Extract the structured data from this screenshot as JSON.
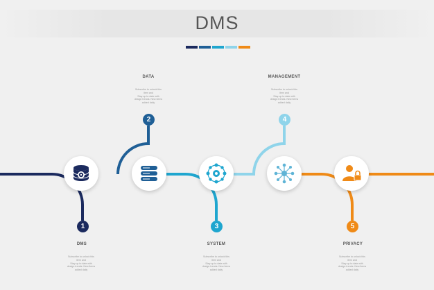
{
  "title": "DMS",
  "palette": [
    "#1b2a5e",
    "#1f5f96",
    "#1fa6cf",
    "#8fd4ea",
    "#ef8a17"
  ],
  "steps": [
    {
      "number": "1",
      "heading": "DMS",
      "color": "#1b2a5e",
      "icon": "database-gear-icon",
      "desc": [
        "Subscribe to unlock this",
        "item and",
        "Stay up to date with",
        "design trends. New items",
        "added daily"
      ]
    },
    {
      "number": "2",
      "heading": "DATA",
      "color": "#1f5f96",
      "icon": "server-stack-icon",
      "desc": [
        "Subscribe to unlock this",
        "item and",
        "Stay up to date with",
        "design trends. New items",
        "added daily"
      ]
    },
    {
      "number": "3",
      "heading": "SYSTEM",
      "color": "#1fa6cf",
      "icon": "network-gear-icon",
      "desc": [
        "Subscribe to unlock this",
        "item and",
        "Stay up to date with",
        "design trends. New items",
        "added daily"
      ]
    },
    {
      "number": "4",
      "heading": "MANAGEMENT",
      "color": "#8fd4ea",
      "icon": "network-hub-icon",
      "desc": [
        "Subscribe to unlock this",
        "item and",
        "Stay up to date with",
        "design trends. New items",
        "added daily"
      ]
    },
    {
      "number": "5",
      "heading": "PRIVACY",
      "color": "#ef8a17",
      "icon": "user-lock-icon",
      "desc": [
        "Subscribe to unlock this",
        "item and",
        "Stay up to date with",
        "design trends. New items",
        "added daily"
      ]
    }
  ]
}
